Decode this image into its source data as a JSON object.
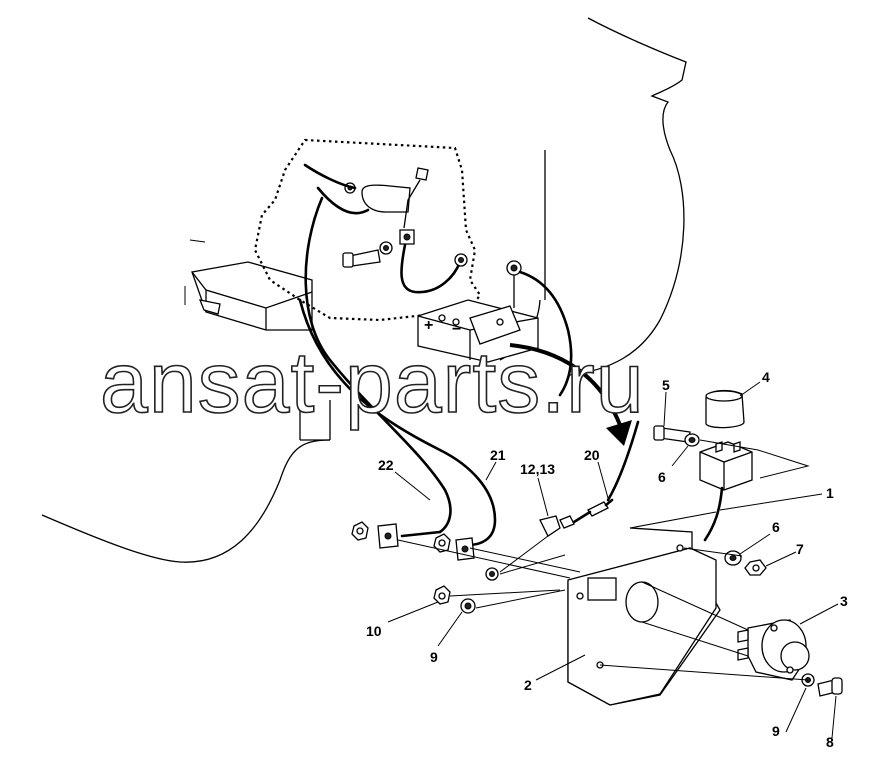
{
  "watermark": "ansat-parts.ru",
  "corner_mark": "",
  "terminal_symbols": {
    "plus": "+",
    "minus": "−"
  },
  "callouts": [
    {
      "id": "c1",
      "label": "1"
    },
    {
      "id": "c2",
      "label": "2"
    },
    {
      "id": "c3",
      "label": "3"
    },
    {
      "id": "c4",
      "label": "4"
    },
    {
      "id": "c5",
      "label": "5"
    },
    {
      "id": "c6a",
      "label": "6"
    },
    {
      "id": "c6b",
      "label": "6"
    },
    {
      "id": "c7",
      "label": "7"
    },
    {
      "id": "c8",
      "label": "8"
    },
    {
      "id": "c9a",
      "label": "9"
    },
    {
      "id": "c9b",
      "label": "9"
    },
    {
      "id": "c10",
      "label": "10"
    },
    {
      "id": "c1213",
      "label": "12,13"
    },
    {
      "id": "c20",
      "label": "20"
    },
    {
      "id": "c21",
      "label": "21"
    },
    {
      "id": "c22",
      "label": "22"
    }
  ]
}
